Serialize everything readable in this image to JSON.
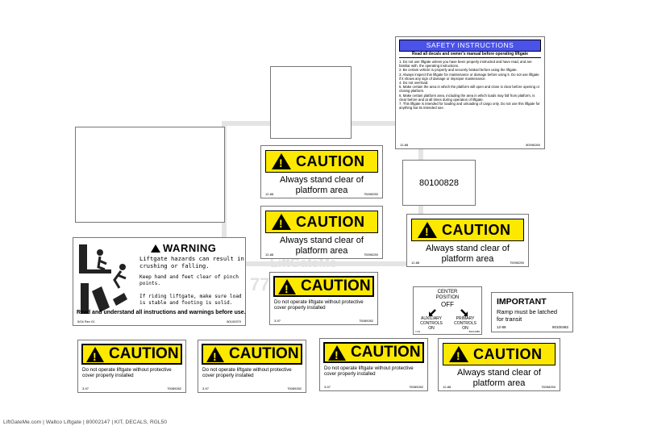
{
  "watermark": {
    "brand": "LiftGateMe",
    "phone": "770 ... 92"
  },
  "footer": {
    "text": "LiftGateMe.com | Waltco Liftgate | 80002147 | KIT, DECALS, RGL50"
  },
  "safety": {
    "title": "SAFETY INSTRUCTIONS",
    "subtitle": "Read all decals and owner's manual before operating liftgate",
    "items": [
      "1.  Do not use liftgate unless you have been properly instructed and have read, and are familiar with, the operating instructions.",
      "2.  Be certain vehicle is properly and securely braked before using the liftgate.",
      "3.  Always inspect this liftgate for maintenance or damage before using it. Do not use liftgate if it shows any sign of damage or improper maintenance.",
      "4.  Do not overload.",
      "5.  Make certain the area in which the platform will open and close is clear before opening or closing platform.",
      "6.  Make certain platform area, including the area in which loads may fall from platform, is clear before and at all times during operation of liftgate.",
      "7.  This liftgate is intended for loading and unloading of cargo only.  Do not use this liftgate for anything but its intended use."
    ],
    "code_left": "12-88",
    "code_right": "80098260"
  },
  "part_label": {
    "number": "80100828"
  },
  "caution_clear": {
    "word": "CAUTION",
    "line1": "Always stand clear of",
    "line2": "platform area",
    "code_left": "12-88",
    "code_right": "75098250"
  },
  "caution_operate": {
    "word": "CAUTION",
    "line1": "Do not operate liftgate without protective",
    "line2": "cover properly installed",
    "code_left": "3-97",
    "code_right": "75089282"
  },
  "warning": {
    "title": "WARNING",
    "p1": "Liftgate hazards can result in crushing or falling.",
    "p2": "Keep hand and feet clear of pinch points.",
    "p3": "If riding liftgate, make sure load is stable and footing is solid.",
    "footer": "Read and understand all instructions and warnings before use.",
    "code_left": "5/04 Rev 01",
    "code_right": "80100370"
  },
  "controls": {
    "center": "CENTER",
    "position": "POSITION",
    "off": "OFF",
    "aux1": "AUXILIARY",
    "aux2": "CONTROLS",
    "aux3": "ON",
    "pri1": "PRIMARY",
    "pri2": "CONTROLS",
    "pri3": "ON",
    "code_left": "7-04",
    "code_right": "80101380"
  },
  "important": {
    "title": "IMPORTANT",
    "line1": "Ramp must be latched",
    "line2": "for transit",
    "code_left": "12-88",
    "code_right": "80100482"
  },
  "colors": {
    "caution_yellow": "#fde800",
    "safety_header": "#4a52e8"
  }
}
